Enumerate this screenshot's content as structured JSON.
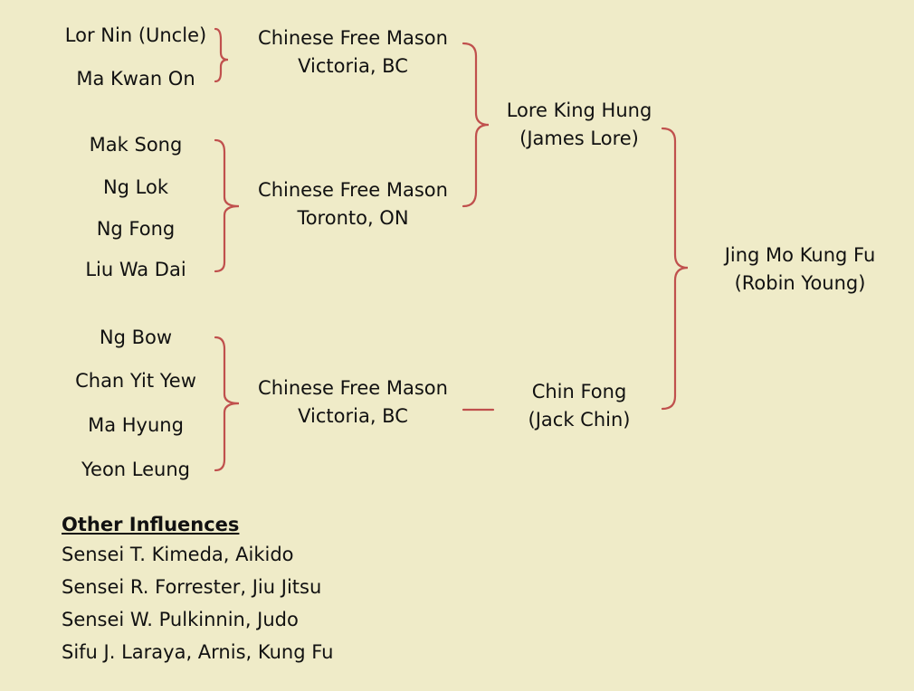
{
  "colors": {
    "background": "#efebc8",
    "connector": "#c0504d",
    "text": "#111111"
  },
  "groups": [
    {
      "members": [
        "Lor Nin (Uncle)",
        "Ma Kwan On"
      ],
      "org": {
        "line1": "Chinese Free Mason",
        "line2": "Victoria, BC"
      }
    },
    {
      "members": [
        "Mak Song",
        "Ng Lok",
        "Ng Fong",
        "Liu Wa Dai"
      ],
      "org": {
        "line1": "Chinese Free Mason",
        "line2": "Toronto, ON"
      }
    },
    {
      "members": [
        "Ng Bow",
        "Chan Yit Yew",
        "Ma Hyung",
        "Yeon Leung"
      ],
      "org": {
        "line1": "Chinese Free Mason",
        "line2": "Victoria, BC"
      }
    }
  ],
  "teachers": [
    {
      "line1": "Lore King Hung",
      "line2": "(James Lore)"
    },
    {
      "line1": "Chin Fong",
      "line2": "(Jack Chin)"
    }
  ],
  "final": {
    "line1": "Jing Mo Kung Fu",
    "line2": "(Robin Young)"
  },
  "influences": {
    "title": "Other Influences",
    "items": [
      "Sensei T. Kimeda, Aikido",
      "Sensei R. Forrester, Jiu Jitsu",
      "Sensei W. Pulkinnin, Judo",
      "Sifu J. Laraya, Arnis, Kung Fu"
    ]
  }
}
